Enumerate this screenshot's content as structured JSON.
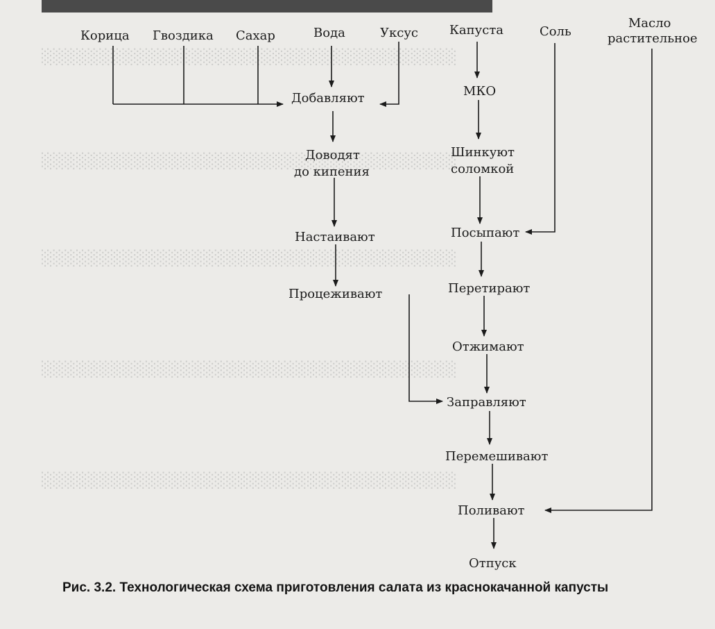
{
  "diagram": {
    "ingredients": {
      "cinnamon": "Корица",
      "cloves": "Гвоздика",
      "sugar": "Сахар",
      "water": "Вода",
      "vinegar": "Уксус",
      "cabbage": "Капуста",
      "salt": "Соль",
      "oil_line1": "Масло",
      "oil_line2": "растительное"
    },
    "steps": {
      "add": "Добавляют",
      "boil_line1": "Доводят",
      "boil_line2": "до кипения",
      "infuse": "Настаивают",
      "strain": "Процеживают",
      "mko": "МКО",
      "shred_line1": "Шинкуют",
      "shred_line2": "соломкой",
      "sprinkle": "Посыпают",
      "rub": "Перетирают",
      "squeeze": "Отжимают",
      "dress": "Заправляют",
      "mix": "Перемешивают",
      "pour": "Поливают",
      "serve": "Отпуск"
    }
  },
  "caption": "Рис. 3.2. Технологическая схема приготовления салата из краснокачанной капусты"
}
